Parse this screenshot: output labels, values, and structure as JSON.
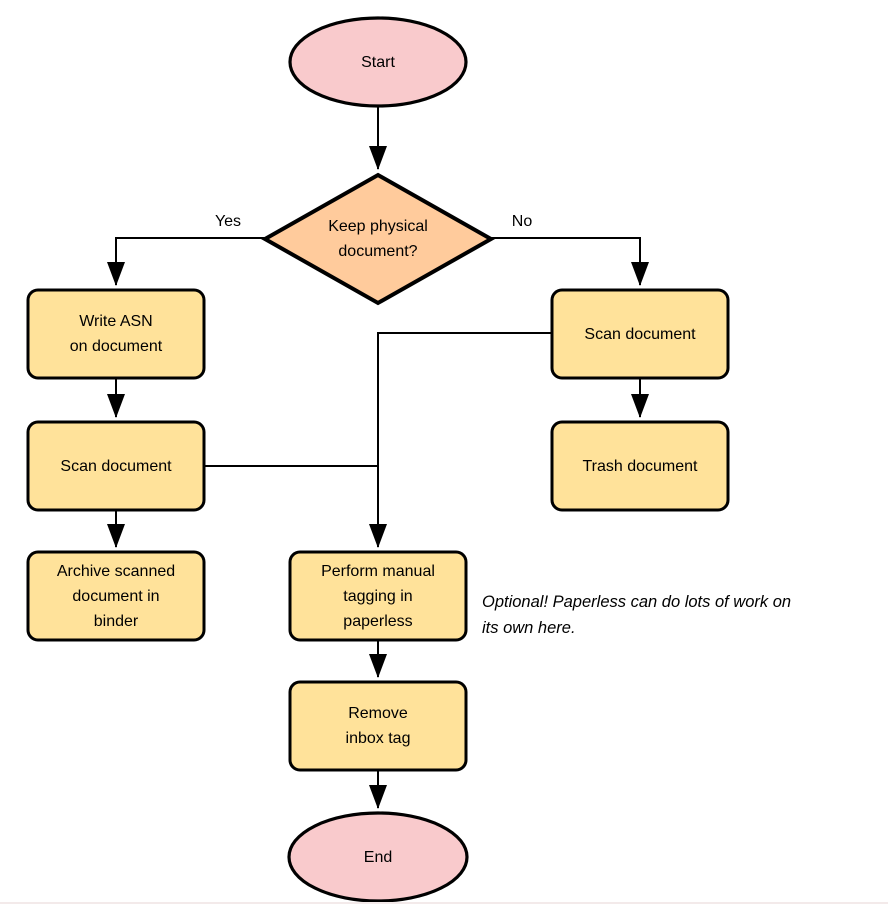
{
  "diagram": {
    "nodes": {
      "start": {
        "label": "Start"
      },
      "decision": {
        "label": "Keep physical\ndocument?"
      },
      "write_asn": {
        "label": "Write ASN\non document"
      },
      "scan_left": {
        "label": "Scan document"
      },
      "archive": {
        "label": "Archive scanned\ndocument in\nbinder"
      },
      "scan_right": {
        "label": "Scan document"
      },
      "trash": {
        "label": "Trash document"
      },
      "tagging": {
        "label": "Perform manual\ntagging in\npaperless"
      },
      "remove_inbox": {
        "label": "Remove\ninbox tag"
      },
      "end": {
        "label": "End"
      }
    },
    "edge_labels": {
      "yes": "Yes",
      "no": "No"
    },
    "note": {
      "text": "Optional! Paperless can do lots of work on\nits own here."
    },
    "colors": {
      "terminal_fill": "#f9cacc",
      "decision_fill": "#ffcb9c",
      "process_fill": "#ffe29a",
      "stroke": "#000000"
    }
  }
}
